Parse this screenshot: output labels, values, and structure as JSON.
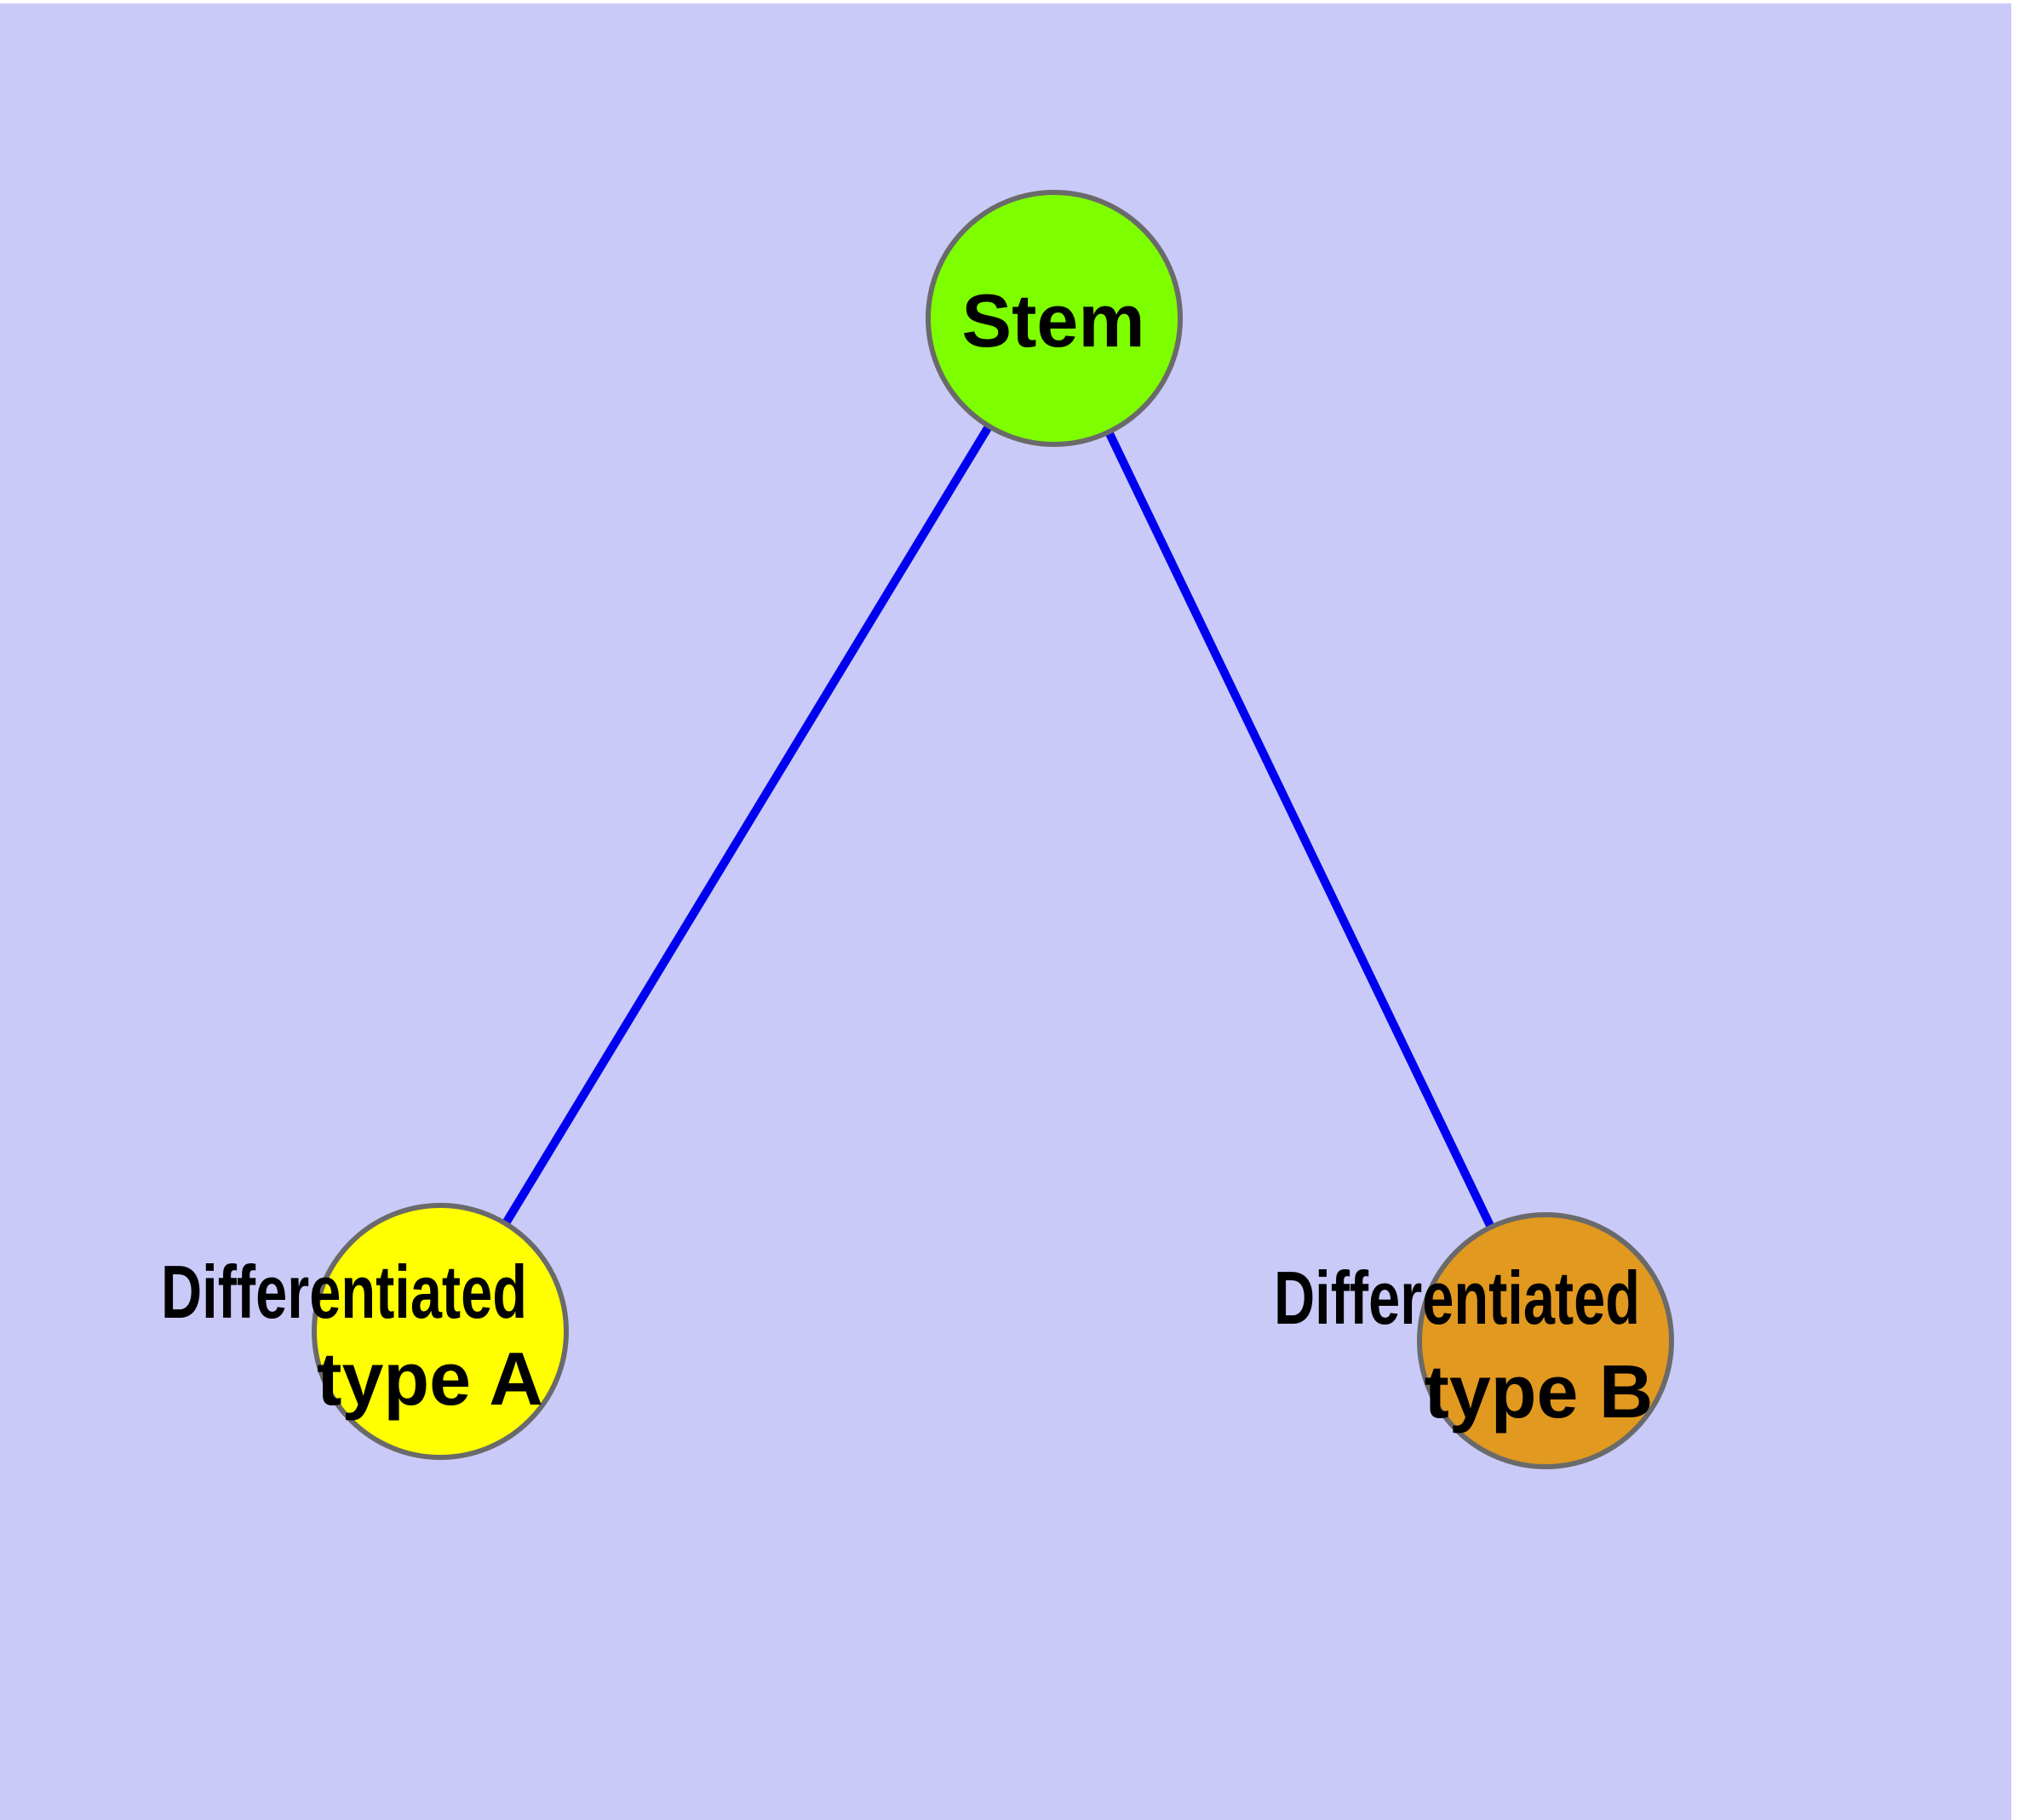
{
  "diagram": {
    "background_color": "#CACAF8",
    "page_color": "#FFFFFF",
    "edge_color": "#0000F0",
    "node_border_color": "#6A6A6A",
    "label_color": "#000000",
    "nodes": {
      "stem": {
        "label": "Stem",
        "fill": "#7EFF00"
      },
      "typeA": {
        "label_line1": "Differentiated",
        "label_line2": "type A",
        "fill": "#FFFF00"
      },
      "typeB": {
        "label_line1": "Differentiated",
        "label_line2": "type B",
        "fill": "#E2991F"
      }
    },
    "edges": [
      {
        "from": "Stem",
        "to": "Differentiated type A"
      },
      {
        "from": "Stem",
        "to": "Differentiated type B"
      }
    ]
  }
}
